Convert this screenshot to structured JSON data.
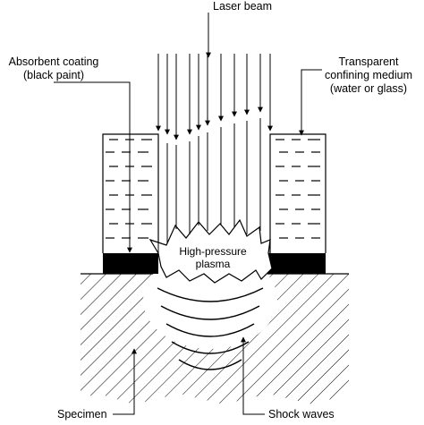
{
  "labels": {
    "laser_beam": "Laser beam",
    "absorbent_coating_line1": "Absorbent coating",
    "absorbent_coating_line2": "(black paint)",
    "transparent_line1": "Transparent",
    "transparent_line2": "confining medium",
    "transparent_line3": "(water or glass)",
    "plasma_line1": "High-pressure",
    "plasma_line2": "plasma",
    "specimen": "Specimen",
    "shock_waves": "Shock waves"
  },
  "colors": {
    "ink": "#000000",
    "background": "#ffffff"
  }
}
